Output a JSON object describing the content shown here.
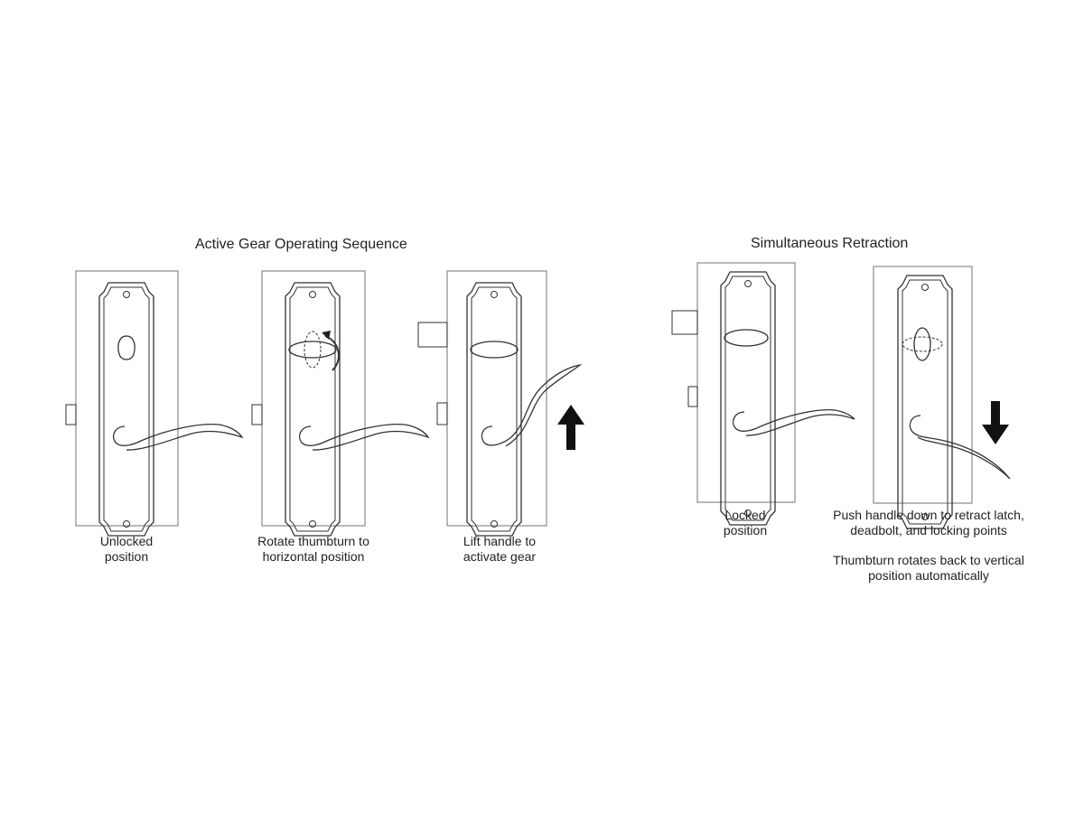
{
  "sections": {
    "active_gear": {
      "title": "Active Gear Operating Sequence"
    },
    "simultaneous": {
      "title": "Simultaneous Retraction"
    }
  },
  "steps": [
    {
      "caption_line1": "Unlocked",
      "caption_line2": "position"
    },
    {
      "caption_line1": "Rotate thumbturn to",
      "caption_line2": "horizontal position"
    },
    {
      "caption_line1": "Lift handle to",
      "caption_line2": "activate gear"
    },
    {
      "caption_line1": "Locked",
      "caption_line2": "position"
    },
    {
      "caption_line1": "Push handle down to retract latch,",
      "caption_line2": "deadbolt, and locking points",
      "note_line1": "Thumbturn rotates back to vertical",
      "note_line2": "position automatically"
    }
  ]
}
